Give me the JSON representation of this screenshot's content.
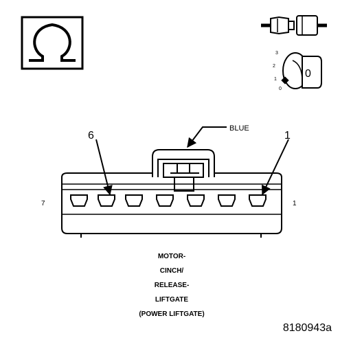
{
  "labels": {
    "color": "BLUE",
    "pin_left": "7",
    "pin_right": "1",
    "callout_left": "6",
    "callout_right": "1"
  },
  "key_positions": [
    "3",
    "2",
    "1",
    "0"
  ],
  "key_symbol": "0",
  "caption_lines": [
    "MOTOR-",
    "CINCH/",
    "RELEASE-",
    "LIFTGATE",
    "(POWER LIFTGATE)"
  ],
  "figure_id": "8180943a",
  "icons": [
    "ohm-symbol-icon",
    "connector-plug-icon",
    "ignition-key-icon"
  ]
}
